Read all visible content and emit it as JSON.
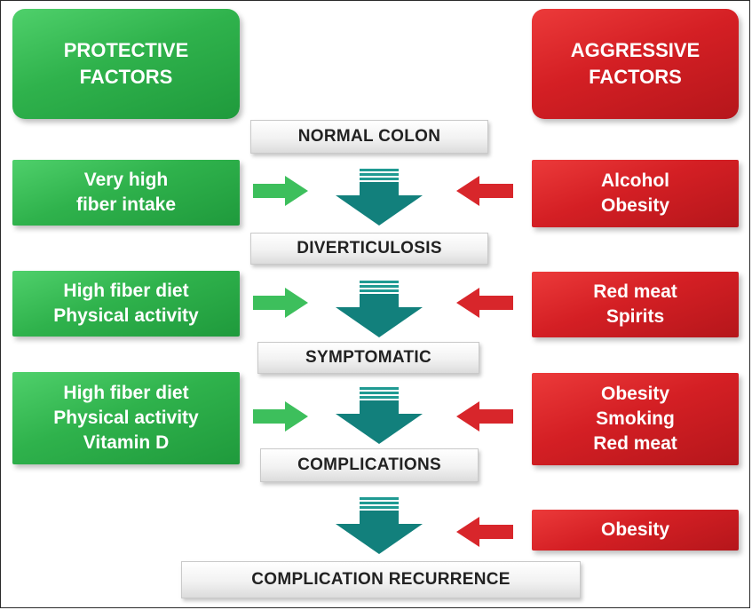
{
  "headers": {
    "protective": [
      "PROTECTIVE",
      "FACTORS"
    ],
    "aggressive": [
      "AGGRESSIVE",
      "FACTORS"
    ]
  },
  "stages": [
    "NORMAL COLON",
    "DIVERTICULOSIS",
    "SYMPTOMATIC",
    "COMPLICATIONS",
    "COMPLICATION RECURRENCE"
  ],
  "protective_factors": [
    [
      "Very high",
      "fiber intake"
    ],
    [
      "High fiber diet",
      "Physical activity"
    ],
    [
      "High fiber diet",
      "Physical activity",
      "Vitamin D"
    ]
  ],
  "aggressive_factors": [
    [
      "Alcohol",
      "Obesity"
    ],
    [
      "Red meat",
      "Spirits"
    ],
    [
      "Obesity",
      "Smoking",
      "Red meat"
    ],
    [
      "Obesity"
    ]
  ],
  "colors": {
    "green": "#2fb24c",
    "red": "#d41f24",
    "teal_arrow": "#12807c",
    "stage_text": "#222222"
  },
  "icons": {
    "down_arrow": "teal-down-arrow-icon",
    "right_arrow": "green-right-arrow-icon",
    "left_arrow": "red-left-arrow-icon"
  }
}
